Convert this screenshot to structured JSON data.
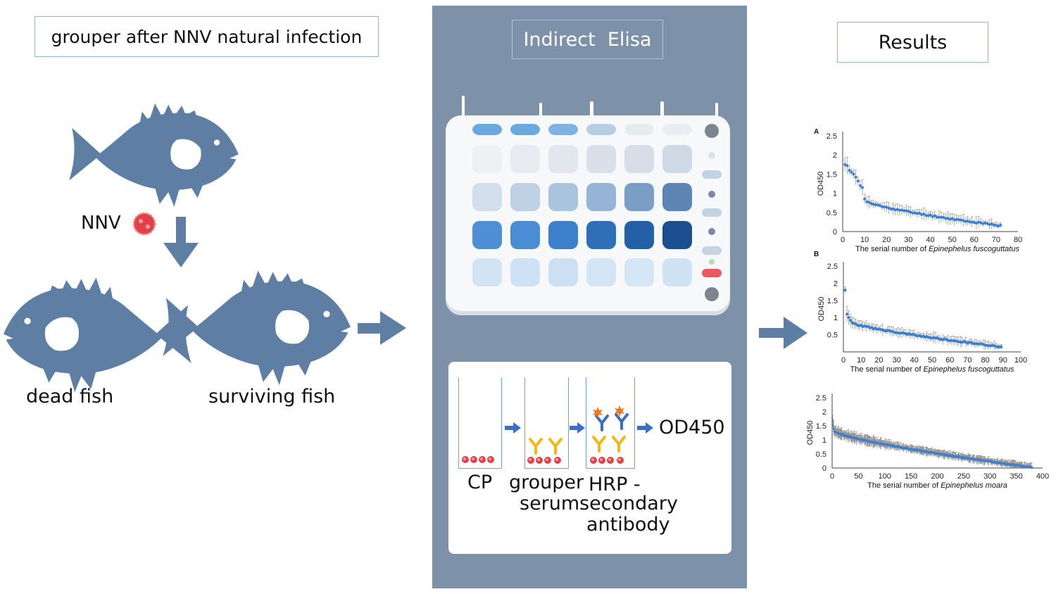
{
  "left": {
    "title": "grouper after NNV natural infection",
    "nnv_label": "NNV",
    "dead_label": "dead fish",
    "surviving_label": "surviving fish"
  },
  "middle": {
    "title": "Indirect  Elisa",
    "workflow": {
      "steps": [
        "CP",
        "grouper\nserum",
        "HRP -\nsecondary\nantibody"
      ],
      "cp": "CP",
      "serum_line1": "grouper",
      "serum_line2": "serum",
      "hrp_line1": "HRP -",
      "hrp_line2": "secondary",
      "hrp_line3": "antibody",
      "readout": "OD450"
    }
  },
  "right": {
    "title": "Results"
  },
  "colors": {
    "fish": "#5e7fa3",
    "arrow": "#5e7fa3",
    "panel": "#7d91a9",
    "antigen": "#e0404a",
    "antibody_primary": "#f0b81c",
    "antibody_secondary": "#3a6fc8",
    "hrp": "#f07820",
    "data_point": "#3a7fd0",
    "error_bar": "#8a8a8a"
  },
  "chart_data": [
    {
      "type": "scatter",
      "panel_label": "A",
      "ylabel": "OD450",
      "xlabel_prefix": "The serial number of ",
      "xlabel_species": "Epinephelus fuscoguttatus",
      "xlim": [
        0,
        80
      ],
      "ylim": [
        0,
        2.5
      ],
      "xticks": [
        "0",
        "10",
        "20",
        "30",
        "40",
        "50",
        "60",
        "70",
        "80"
      ],
      "yticks": [
        "0",
        "0.5",
        "1",
        "1.5",
        "2",
        "2.5"
      ],
      "n": 72,
      "first_values": [
        1.75,
        1.72,
        1.6,
        1.55,
        1.5,
        1.42,
        1.32,
        1.2,
        1.15,
        0.85,
        0.78
      ],
      "end_value": 0.15
    },
    {
      "type": "scatter",
      "panel_label": "B",
      "ylabel": "OD450",
      "xlabel_prefix": "The serial number of ",
      "xlabel_species": "Epinephelus fuscoguttatus",
      "xlim": [
        0,
        100
      ],
      "ylim": [
        0,
        2.5
      ],
      "xticks": [
        "0",
        "10",
        "20",
        "30",
        "40",
        "50",
        "60",
        "70",
        "80",
        "90",
        "100"
      ],
      "yticks": [
        "0.5",
        "1",
        "1.5",
        "2",
        "2.5"
      ],
      "n": 89,
      "first_values": [
        1.8,
        1.1,
        1.0,
        0.92,
        0.85
      ],
      "end_value": 0.15
    },
    {
      "type": "scatter",
      "panel_label": "",
      "ylabel": "OD450",
      "xlabel_prefix": "The serial number of ",
      "xlabel_species": "Epinephelus moara",
      "xlim": [
        0,
        400
      ],
      "ylim": [
        0,
        2.5
      ],
      "xticks": [
        "0",
        "50",
        "100",
        "150",
        "200",
        "250",
        "300",
        "350",
        "400"
      ],
      "yticks": [
        "0",
        "0.5",
        "1",
        "1.5",
        "2",
        "2.5"
      ],
      "n": 380,
      "first_values": [
        1.7,
        1.5,
        1.4,
        1.3
      ],
      "end_value": 0.02
    }
  ]
}
